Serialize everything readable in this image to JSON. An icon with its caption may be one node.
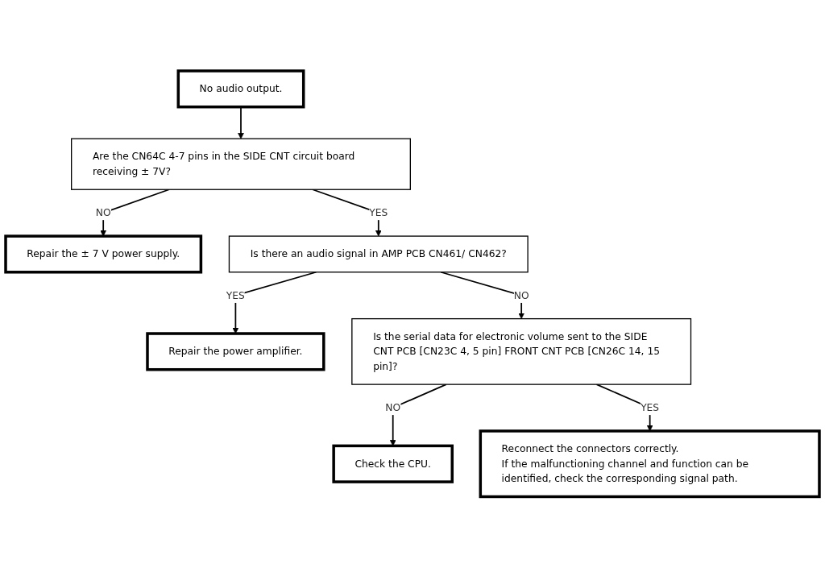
{
  "diagram": {
    "nodes": [
      {
        "text": [
          "No audio output."
        ]
      },
      {
        "text": [
          "Are the CN64C 4-7 pins in the SIDE CNT circuit board receiving ± 7V?"
        ]
      },
      {
        "text": [
          "Repair the ± 7 V power supply."
        ]
      },
      {
        "text": [
          "Is there an audio signal in AMP PCB CN461/ CN462?"
        ]
      },
      {
        "text": [
          "Repair the power amplifier."
        ]
      },
      {
        "text": [
          "Is the serial data for electronic volume sent to the SIDE CNT PCB [CN23C 4, 5 pin] FRONT CNT PCB [CN26C 14, 15 pin]?"
        ]
      },
      {
        "text": [
          "Check the CPU."
        ]
      },
      {
        "text": [
          "Reconnect the connectors correctly.",
          "If the malfunctioning channel and function can be identified, check the corresponding signal path."
        ]
      }
    ],
    "edges": [
      {
        "from": 0,
        "to": 1,
        "arrow": "to"
      },
      {
        "from": 1,
        "to": 2,
        "arrow": "to",
        "label": "NO"
      },
      {
        "from": 1,
        "to": 3,
        "arrow": "to",
        "label": "YES"
      },
      {
        "from": 3,
        "to": 4,
        "arrow": "to",
        "label": "YES"
      },
      {
        "from": 3,
        "to": 5,
        "arrow": "to",
        "label": "NO"
      },
      {
        "from": 5,
        "to": 6,
        "arrow": "to",
        "label": "NO"
      },
      {
        "from": 5,
        "to": 7,
        "arrow": "to",
        "label": "YES"
      }
    ]
  }
}
